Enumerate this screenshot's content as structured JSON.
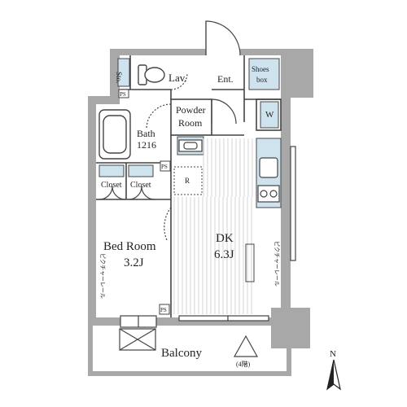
{
  "rooms": {
    "lav": "Lav.",
    "ent": "Ent.",
    "sto": "Sto.",
    "shoes_line1": "Shoes",
    "shoes_line2": "box",
    "powder_line1": "Powder",
    "powder_line2": "Room",
    "bath_line1": "Bath",
    "bath_line2": "1216",
    "w": "W",
    "ps": "PS",
    "r": "R",
    "closet": "Closet",
    "bed_line1": "Bed Room",
    "bed_line2": "3.2J",
    "dk_line1": "DK",
    "dk_line2": "6.3J",
    "balcony": "Balcony",
    "floor_note": "(4階)",
    "north": "N",
    "curtain_rail": "ピクチャーレール"
  },
  "colors": {
    "wall": "#aaaaaa",
    "fixture": "#cfe3ef",
    "line": "#444444"
  }
}
